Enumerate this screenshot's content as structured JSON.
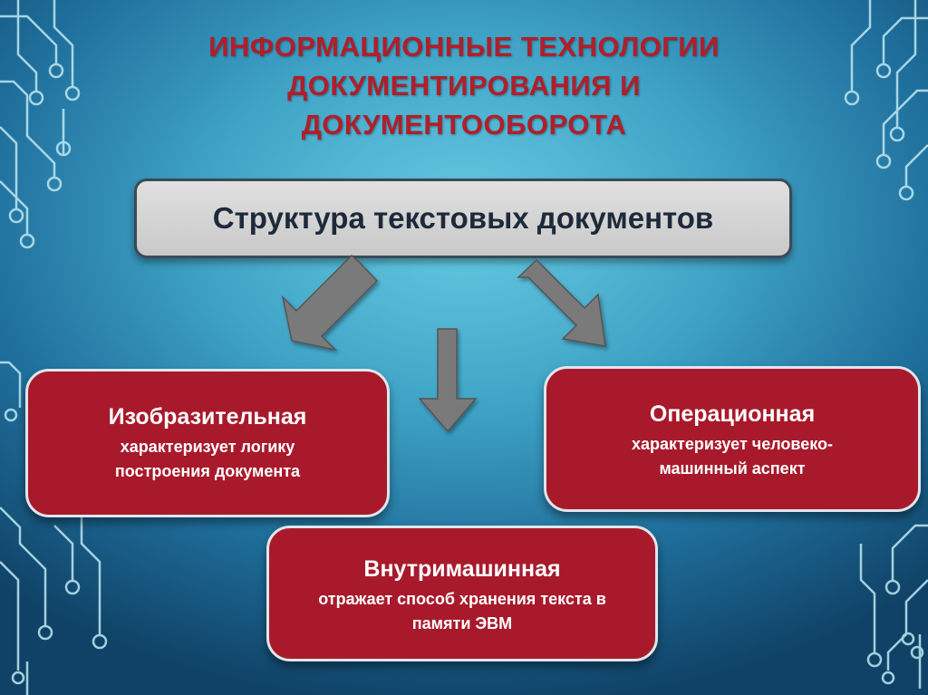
{
  "title": {
    "line1": "ИНФОРМАЦИОННЫЕ ТЕХНОЛОГИИ",
    "line2": "ДОКУМЕНТИРОВАНИЯ И",
    "line3": "ДОКУМЕНТООБОРОТА"
  },
  "header": "Структура текстовых документов",
  "cards": {
    "left": {
      "name": "Изобразительная",
      "desc1": "характеризует логику",
      "desc2": "построения документа"
    },
    "right": {
      "name": "Операционная",
      "desc1": "характеризует человеко-",
      "desc2": "машинный аспект"
    },
    "bottom": {
      "name": "Внутримашинная",
      "desc1": "отражает способ хранения текста в",
      "desc2": "памяти ЭВМ"
    }
  },
  "colors": {
    "title": "#b01e2a",
    "card_fill": "#a81a2b",
    "arrow_fill": "#7a7a7a",
    "circuit": "#bfe8f3"
  }
}
